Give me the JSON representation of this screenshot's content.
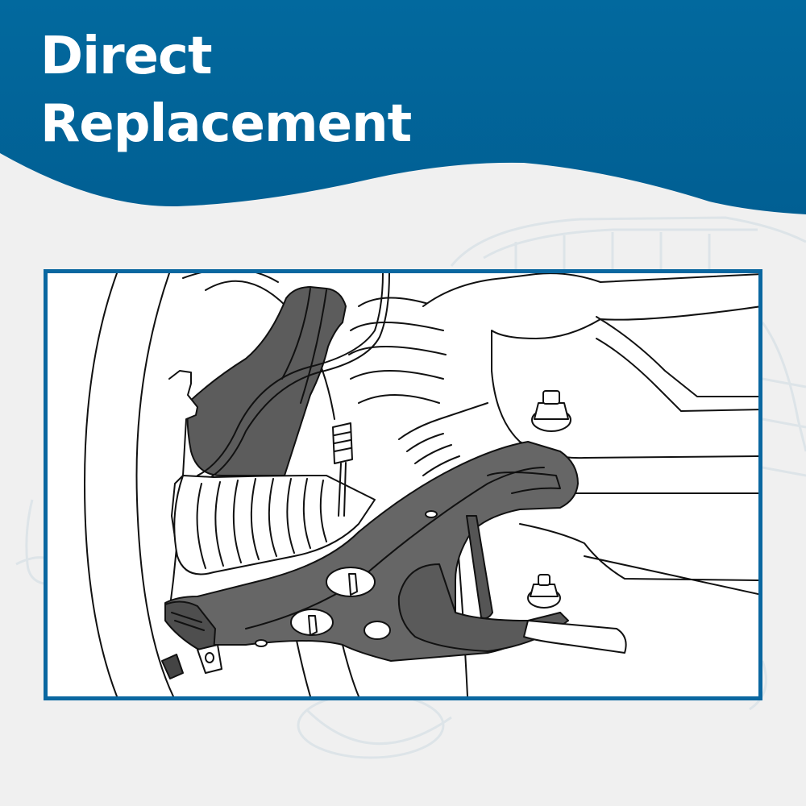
{
  "banner": {
    "headline_line1": "Direct",
    "headline_line2": "Replacement",
    "color_top": "#02689d",
    "color_bottom": "#016094"
  },
  "illustration": {
    "subject": "front suspension lower control arm installed on vehicle",
    "frame_color": "#0a67a0",
    "part_fill": "#5c5c5c",
    "part_fill_light": "#707070",
    "icons": [
      "control-arm",
      "cv-boot",
      "coil-spring",
      "hex-nut",
      "bolt"
    ]
  },
  "background": {
    "color": "#f0f0f0",
    "wireframe_color": "#dde5ea"
  }
}
